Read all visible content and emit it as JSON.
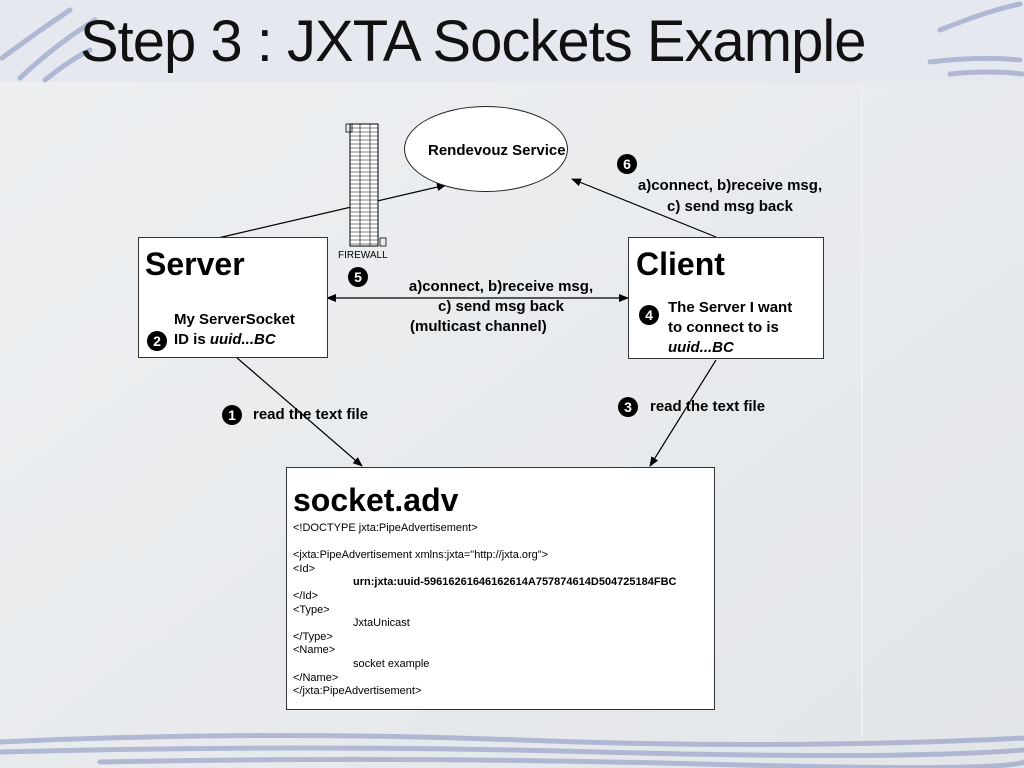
{
  "slide": {
    "title": "Step 3 : JXTA Sockets Example"
  },
  "rendezvous": {
    "label": "Rendevouz Service"
  },
  "firewall": {
    "label": "FIREWALL"
  },
  "server": {
    "title": "Server",
    "line1": "My ServerSocket",
    "line2_prefix": "ID is ",
    "line2_id": "uuid...BC",
    "badge": "2"
  },
  "client": {
    "title": "Client",
    "line1": "The Server I want",
    "line2": "to connect to is",
    "line3": "uuid...BC",
    "badge": "4"
  },
  "steps": {
    "step1": {
      "badge": "1",
      "label": "read the text file"
    },
    "step3": {
      "badge": "3",
      "label": "read the text file"
    },
    "step5": {
      "badge": "5",
      "line1": "a)connect, b)receive msg,",
      "line2": "c) send msg back",
      "line3": "(multicast channel)"
    },
    "step6": {
      "badge": "6",
      "line1": "a)connect, b)receive msg,",
      "line2": "c) send msg back"
    }
  },
  "socket_adv": {
    "title": "socket.adv",
    "lines": [
      "<!DOCTYPE jxta:PipeAdvertisement>",
      "",
      "<jxta:PipeAdvertisement xmlns:jxta=\"http://jxta.org\">",
      "<Id>",
      "urn:jxta:uuid-59616261646162614A757874614D504725184FBC",
      "</Id>",
      "<Type>",
      "JxtaUnicast",
      "</Type>",
      "<Name>",
      "socket example",
      "</Name>",
      "</jxta:PipeAdvertisement>"
    ]
  }
}
